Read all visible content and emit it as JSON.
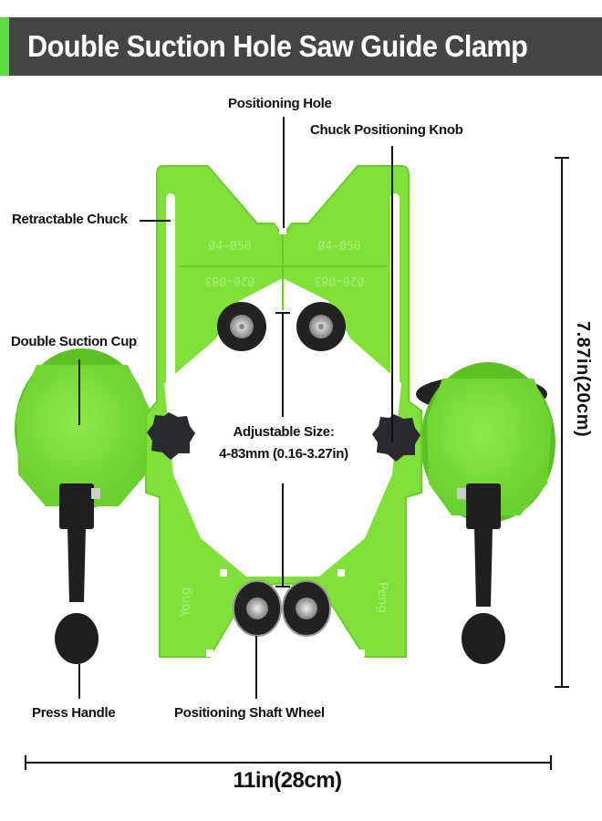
{
  "banner": {
    "title": "Double Suction Hole Saw Guide Clamp",
    "background_color": "#444444",
    "accent_color": "#5fd94a"
  },
  "product": {
    "body_color": "#7fe03a",
    "body_dark": "#5cc025",
    "knob_color": "#2a2a2e",
    "handle_color": "#1f1f22",
    "engravings": {
      "top_left": "Ø4~Ø50",
      "top_right": "Ø4~Ø50",
      "mid_left": "Ø20~Ø83",
      "mid_right": "Ø20~Ø83",
      "brand_left": "Yong",
      "brand_right": "Peng"
    }
  },
  "labels": {
    "positioning_hole": "Positioning Hole",
    "chuck_positioning_knob": "Chuck Positioning Knob",
    "retractable_chuck": "Retractable Chuck",
    "double_suction_cup": "Double Suction Cup",
    "adjustable_size_title": "Adjustable Size:",
    "adjustable_size_value": "4-83mm (0.16-3.27in)",
    "press_handle": "Press Handle",
    "positioning_shaft_wheel": "Positioning Shaft Wheel"
  },
  "dimensions": {
    "height": "7.87in(20cm)",
    "width": "11in(28cm)"
  }
}
